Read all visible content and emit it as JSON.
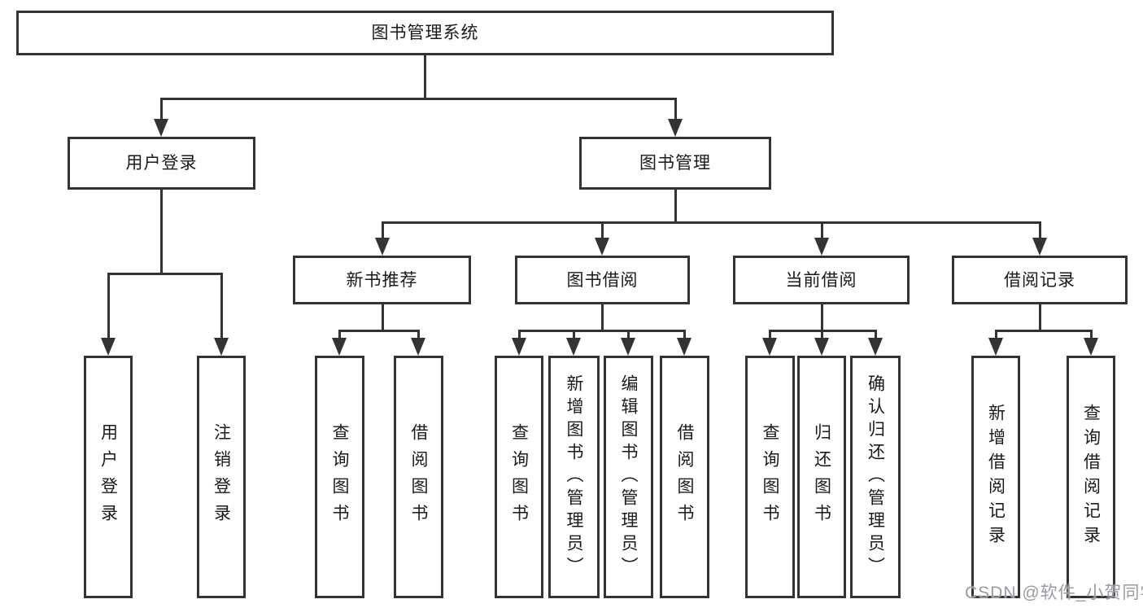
{
  "colors": {
    "line": "#333333",
    "text": "#1a1a1a",
    "box_background": "#ffffff",
    "page_background": "#ffffff",
    "watermark": "#9a9aa2"
  },
  "watermark": "CSDN @软件_小贺同学",
  "tree": {
    "root": {
      "label": "图书管理系统"
    },
    "branches": [
      {
        "label": "用户登录",
        "children": [
          {
            "label": "用户登录"
          },
          {
            "label": "注销登录"
          }
        ]
      },
      {
        "label": "图书管理",
        "children": [
          {
            "label": "新书推荐",
            "children": [
              {
                "label": "查询图书"
              },
              {
                "label": "借阅图书"
              }
            ]
          },
          {
            "label": "图书借阅",
            "children": [
              {
                "label": "查询图书"
              },
              {
                "label": "新增图书（管理员）"
              },
              {
                "label": "编辑图书（管理员）"
              },
              {
                "label": "借阅图书"
              }
            ]
          },
          {
            "label": "当前借阅",
            "children": [
              {
                "label": "查询图书"
              },
              {
                "label": "归还图书"
              },
              {
                "label": "确认归还（管理员）"
              }
            ]
          },
          {
            "label": "借阅记录",
            "children": [
              {
                "label": "新增借阅记录"
              },
              {
                "label": "查询借阅记录"
              }
            ]
          }
        ]
      }
    ]
  }
}
